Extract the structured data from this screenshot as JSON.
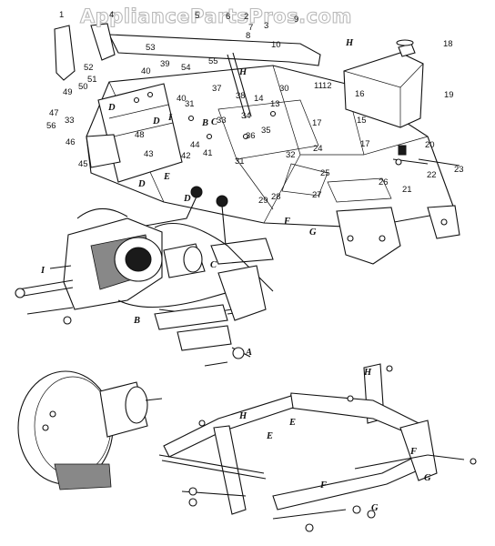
{
  "watermark": "AppliancePartsPros.com",
  "callouts": [
    {
      "id": "c1",
      "text": "1"
    },
    {
      "id": "c2",
      "text": "2"
    },
    {
      "id": "c3",
      "text": "3"
    },
    {
      "id": "c4",
      "text": "4"
    },
    {
      "id": "c5",
      "text": "5"
    },
    {
      "id": "c6",
      "text": "6"
    },
    {
      "id": "c7",
      "text": "7"
    },
    {
      "id": "c8",
      "text": "8"
    },
    {
      "id": "c9",
      "text": "9"
    },
    {
      "id": "c10",
      "text": "10"
    },
    {
      "id": "c11",
      "text": "11"
    },
    {
      "id": "c12",
      "text": "12"
    },
    {
      "id": "c13",
      "text": "13"
    },
    {
      "id": "c14",
      "text": "14"
    },
    {
      "id": "c15",
      "text": "15"
    },
    {
      "id": "c16",
      "text": "16"
    },
    {
      "id": "c17a",
      "text": "17"
    },
    {
      "id": "c17b",
      "text": "17"
    },
    {
      "id": "c18",
      "text": "18"
    },
    {
      "id": "c19",
      "text": "19"
    },
    {
      "id": "c20",
      "text": "20"
    },
    {
      "id": "c21",
      "text": "21"
    },
    {
      "id": "c22",
      "text": "22"
    },
    {
      "id": "c23",
      "text": "23"
    },
    {
      "id": "c24",
      "text": "24"
    },
    {
      "id": "c25",
      "text": "25"
    },
    {
      "id": "c26",
      "text": "26"
    },
    {
      "id": "c27",
      "text": "27"
    },
    {
      "id": "c28",
      "text": "28"
    },
    {
      "id": "c29",
      "text": "29"
    },
    {
      "id": "c30",
      "text": "30"
    },
    {
      "id": "c31a",
      "text": "31"
    },
    {
      "id": "c31b",
      "text": "31"
    },
    {
      "id": "c32",
      "text": "32"
    },
    {
      "id": "c33a",
      "text": "33"
    },
    {
      "id": "c33b",
      "text": "33"
    },
    {
      "id": "c34",
      "text": "34"
    },
    {
      "id": "c35",
      "text": "35"
    },
    {
      "id": "c36",
      "text": "36"
    },
    {
      "id": "c37",
      "text": "37"
    },
    {
      "id": "c38",
      "text": "38"
    },
    {
      "id": "c39",
      "text": "39"
    },
    {
      "id": "c40a",
      "text": "40"
    },
    {
      "id": "c40b",
      "text": "40"
    },
    {
      "id": "c41",
      "text": "41"
    },
    {
      "id": "c42",
      "text": "42"
    },
    {
      "id": "c43",
      "text": "43"
    },
    {
      "id": "c44",
      "text": "44"
    },
    {
      "id": "c45",
      "text": "45"
    },
    {
      "id": "c46",
      "text": "46"
    },
    {
      "id": "c47",
      "text": "47"
    },
    {
      "id": "c48",
      "text": "48"
    },
    {
      "id": "c49",
      "text": "49"
    },
    {
      "id": "c50",
      "text": "50"
    },
    {
      "id": "c51",
      "text": "51"
    },
    {
      "id": "c52",
      "text": "52"
    },
    {
      "id": "c53",
      "text": "53"
    },
    {
      "id": "c54",
      "text": "54"
    },
    {
      "id": "c55",
      "text": "55"
    },
    {
      "id": "c56",
      "text": "56"
    }
  ],
  "letters": [
    {
      "id": "lH1",
      "text": "H"
    },
    {
      "id": "lH2",
      "text": "H"
    },
    {
      "id": "lH3",
      "text": "H"
    },
    {
      "id": "lH4",
      "text": "H"
    },
    {
      "id": "lD1",
      "text": "D"
    },
    {
      "id": "lD2",
      "text": "D"
    },
    {
      "id": "lD3",
      "text": "D"
    },
    {
      "id": "lD4",
      "text": "D"
    },
    {
      "id": "lB1",
      "text": "B"
    },
    {
      "id": "lB2",
      "text": "B"
    },
    {
      "id": "lC1",
      "text": "C"
    },
    {
      "id": "lC2",
      "text": "C"
    },
    {
      "id": "lE1",
      "text": "E"
    },
    {
      "id": "lE2",
      "text": "E"
    },
    {
      "id": "lE3",
      "text": "E"
    },
    {
      "id": "lF1",
      "text": "F"
    },
    {
      "id": "lF2",
      "text": "F"
    },
    {
      "id": "lF3",
      "text": "F"
    },
    {
      "id": "lG1",
      "text": "G"
    },
    {
      "id": "lG2",
      "text": "G"
    },
    {
      "id": "lG3",
      "text": "G"
    },
    {
      "id": "lA1",
      "text": "A"
    },
    {
      "id": "lI1",
      "text": "I"
    },
    {
      "id": "lI2",
      "text": "I"
    }
  ]
}
